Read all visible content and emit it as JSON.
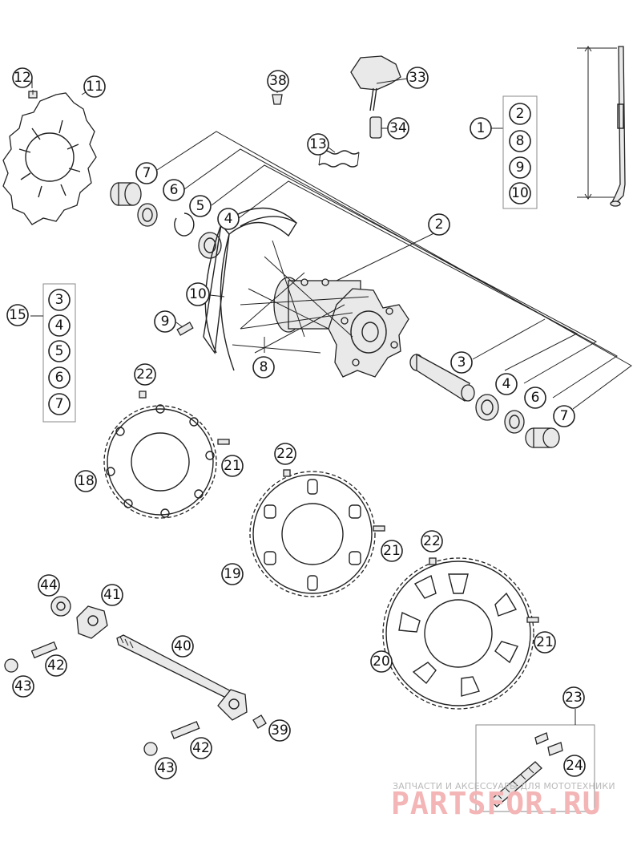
{
  "diagram": {
    "callouts": {
      "c12": "12",
      "c11": "11",
      "c38": "38",
      "c33": "33",
      "c34": "34",
      "c13": "13",
      "c1": "1",
      "c1a": "2",
      "c1b": "8",
      "c1c": "9",
      "c1d": "10",
      "c7top": "7",
      "c6top": "6",
      "c5top": "5",
      "c4top": "4",
      "c2": "2",
      "c10": "10",
      "c9": "9",
      "c8": "8",
      "c15": "15",
      "c15a": "3",
      "c15b": "4",
      "c15c": "5",
      "c15d": "6",
      "c15e": "7",
      "c3r": "3",
      "c4r": "4",
      "c6r": "6",
      "c7r": "7",
      "c22a": "22",
      "c21a": "21",
      "c18": "18",
      "c22b": "22",
      "c21b": "21",
      "c19": "19",
      "c22c": "22",
      "c21c": "21",
      "c20": "20",
      "c44": "44",
      "c41": "41",
      "c40": "40",
      "c42a": "42",
      "c43a": "43",
      "c39": "39",
      "c42b": "42",
      "c43b": "43",
      "c23": "23",
      "c24": "24"
    }
  },
  "watermark": {
    "caption": "ЗАПЧАСТИ И АКСЕССУАРЫ ДЛЯ МОТОТЕХНИКИ",
    "brand": "PARTSFOR.RU"
  }
}
